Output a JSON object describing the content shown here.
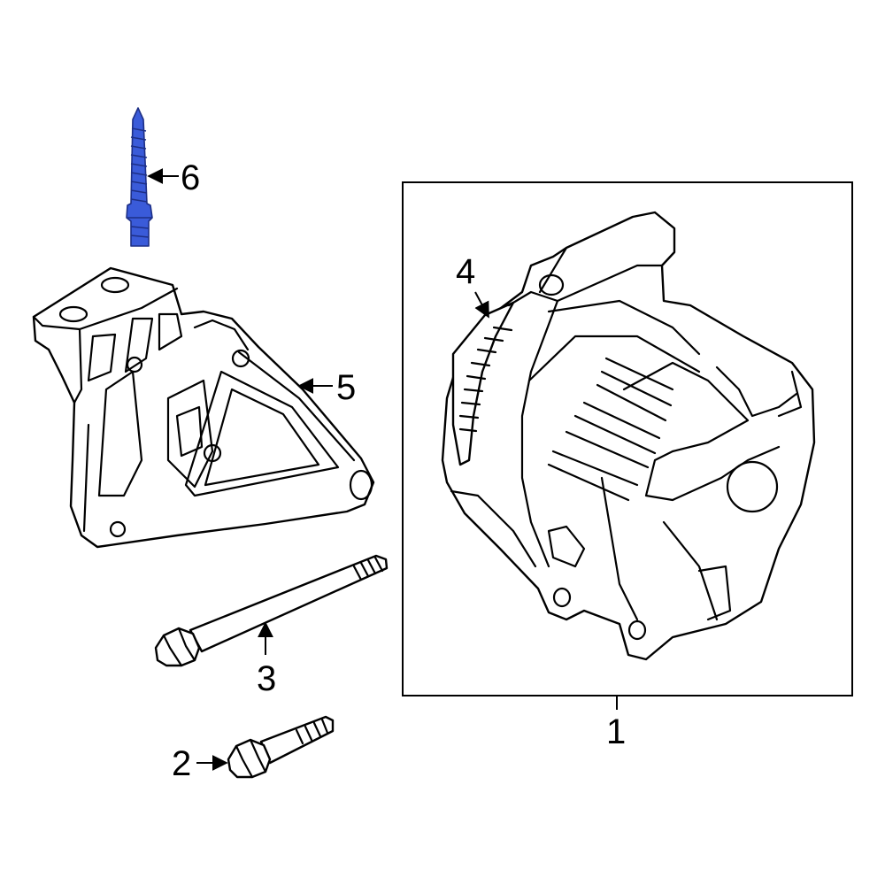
{
  "colors": {
    "highlight": "#3a5bd9",
    "highlight_outline": "#1d2f86",
    "line": "#000000",
    "background": "#ffffff"
  },
  "callouts": {
    "alternator": "1",
    "bolt_short": "2",
    "bolt_long": "3",
    "pulley": "4",
    "bracket": "5",
    "stud": "6"
  },
  "highlighted_part": "6"
}
